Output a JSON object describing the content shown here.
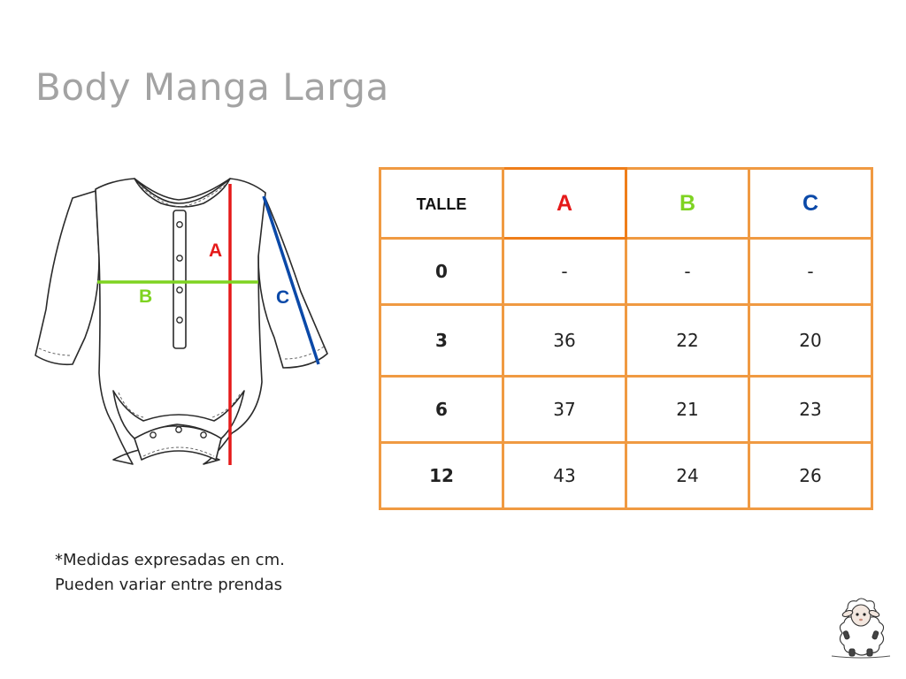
{
  "title": "Body Manga Larga",
  "diagram": {
    "label_a": "A",
    "label_b": "B",
    "label_c": "C"
  },
  "table": {
    "header": {
      "talle": "TALLE",
      "a": "A",
      "b": "B",
      "c": "C"
    },
    "rows": [
      {
        "talle": "0",
        "a": "-",
        "b": "-",
        "c": "-"
      },
      {
        "talle": "3",
        "a": "36",
        "b": "22",
        "c": "20"
      },
      {
        "talle": "6",
        "a": "37",
        "b": "21",
        "c": "23"
      },
      {
        "talle": "12",
        "a": "43",
        "b": "24",
        "c": "26"
      }
    ]
  },
  "notes": {
    "line1": "*Medidas expresadas en cm.",
    "line2": "Pueden variar entre prendas"
  },
  "colors": {
    "a": "#e51a1a",
    "b": "#7ed321",
    "c": "#0b49a8",
    "table_border": "#f09a42",
    "title": "#a3a3a3"
  },
  "icons": {
    "mascot": "sheep-mascot-icon"
  }
}
